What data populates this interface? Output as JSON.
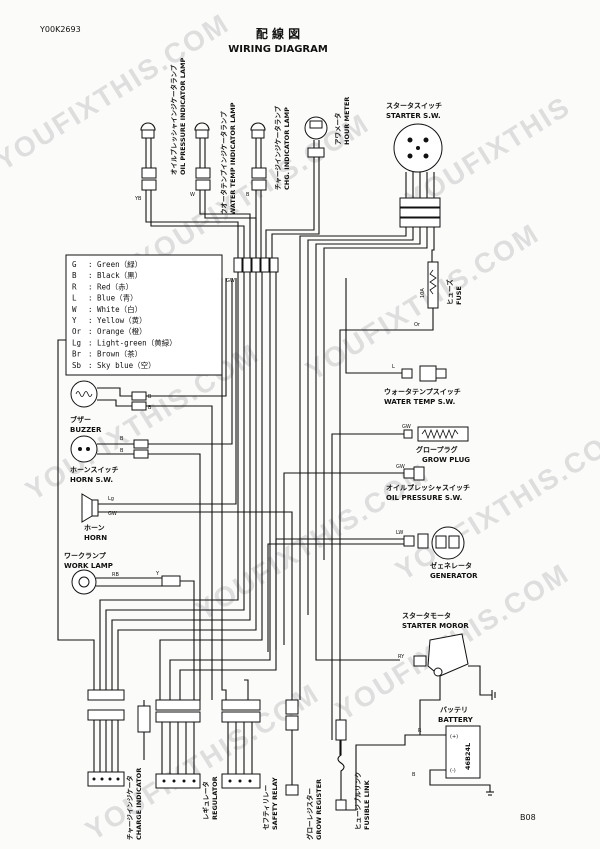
{
  "doc_code": "Y00K2693",
  "page_code": "B08",
  "title_jp": "配 線 図",
  "title_en": "WIRING DIAGRAM",
  "watermarks": [
    "YOUFIXTHIS.COM",
    "YOUFIXTHIS.COM",
    "YOUFIXTHIS.COM",
    "YOUFIXTHIS",
    "YOUFIXTHIS.COM",
    "YOUFIXTHIS.COM",
    "YOUFIXTHIS.COM",
    "YOUFIXTHIS.COM",
    "YOUFIXTHIS.COM"
  ],
  "legend": [
    {
      "code": "G",
      "color": "Green（緑）"
    },
    {
      "code": "B",
      "color": "Black（黒）"
    },
    {
      "code": "R",
      "color": "Red（赤）"
    },
    {
      "code": "L",
      "color": "Blue（青）"
    },
    {
      "code": "W",
      "color": "White（白）"
    },
    {
      "code": "Y",
      "color": "Yellow（黄）"
    },
    {
      "code": "Or",
      "color": "Orange（橙）"
    },
    {
      "code": "Lg",
      "color": "Light-green（黄緑）"
    },
    {
      "code": "Br",
      "color": "Brown（茶）"
    },
    {
      "code": "Sb",
      "color": "Sky blue（空）"
    }
  ],
  "components": {
    "oil_lamp_jp": "オイルプレッシャインジケータランプ",
    "oil_lamp_en": "OIL PRESSURE INDICATOR LAMP",
    "water_lamp_jp": "ウオータテンプインジケータランプ",
    "water_lamp_en": "WATER TEMP INDICATOR LAMP",
    "chg_lamp_jp": "チャージインジケータランプ",
    "chg_lamp_en": "CHG. INDICATOR LAMP",
    "hour_meter_jp": "アワメータ",
    "hour_meter_en": "HOUR METER",
    "starter_sw_jp": "スタータスイッチ",
    "starter_sw_en": "STARTER S.W.",
    "fuse_jp": "ヒューズ",
    "fuse_en": "FUSE",
    "fuse_rating": "10A",
    "water_temp_sw_jp": "ウォータテンプスイッチ",
    "water_temp_sw_en": "WATER TEMP S.W.",
    "glow_plug_jp": "グロープラグ",
    "glow_plug_en": "GROW PLUG",
    "oil_sw_jp": "オイルプレッシャスイッチ",
    "oil_sw_en": "OIL PRESSURE S.W.",
    "generator_jp": "ゼェネレータ",
    "generator_en": "GENERATOR",
    "starter_motor_jp": "スタータモータ",
    "starter_motor_en": "STARTER MOROR",
    "battery_jp": "バッテリ",
    "battery_en": "BATTERY",
    "battery_model": "46B24L",
    "buzzer_jp": "ブザー",
    "buzzer_en": "BUZZER",
    "horn_sw_jp": "ホーンスイッチ",
    "horn_sw_en": "HORN S.W.",
    "horn_jp": "ホーン",
    "horn_en": "HORN",
    "work_lamp_jp": "ワークランプ",
    "work_lamp_en": "WORK LAMP",
    "charge_ind_jp": "チャージインジケータ",
    "charge_ind_en": "CHARGE INDICATOR",
    "regulator_jp": "レギュレータ",
    "regulator_en": "REGULATOR",
    "safety_relay_jp": "セフティリレー",
    "safety_relay_en": "SAFETY RELAY",
    "glow_reg_jp": "グローレジスター",
    "glow_reg_en": "GROW REGISTER",
    "fusible_link_jp": "ヒュージブルリンク",
    "fusible_link_en": "FUSIBLE LINK"
  },
  "wire_labels": {
    "water_temp": "L",
    "glow": "GW",
    "oil": "GW",
    "generator": "LW",
    "buzzer_1": "B",
    "buzzer_2": "B",
    "hornsw_1": "B",
    "hornsw_2": "B",
    "horn_1": "Lg",
    "horn_2": "GW",
    "work": "RB",
    "work_y": "Y",
    "starter": "RY",
    "fuse": "Or",
    "bundle": "GW",
    "batt_pos": "R",
    "batt_neg": "B",
    "lamp_1": "YB",
    "lamp_2": "W",
    "lamp_3": "B"
  },
  "battery_plus": "(+)",
  "battery_minus": "(-)"
}
